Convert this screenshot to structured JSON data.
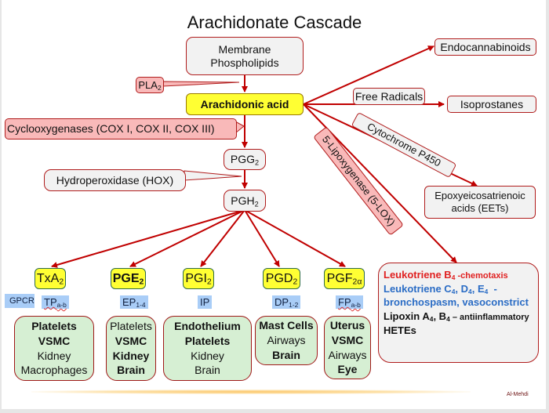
{
  "title": "Arachidonate Cascade",
  "nodes": {
    "membrane": "Membrane Phospholipids",
    "membrane_l1": "Membrane",
    "membrane_l2": "Phospholipids",
    "arachidonic_acid": "Arachidonic acid",
    "pgg2_base": "PGG",
    "pgg2_sub": "2",
    "pgh2_base": "PGH",
    "pgh2_sub": "2",
    "endocannabinoids": "Endocannabinoids",
    "isoprostanes": "Isoprostanes",
    "eets_l1": "Epoxyeicosatrienoic",
    "eets_l2": "acids (EETs)"
  },
  "enzymes": {
    "pla2_base": "PLA",
    "pla2_sub": "2",
    "cox": "Cyclooxygenases (COX I, COX II, COX III)",
    "hox": "Hydroperoxidase (HOX)",
    "free_radicals": "Free Radicals",
    "cyp450": "Cytochrome P450",
    "lox": "5-Lipoxygenase (5-LOX)"
  },
  "receptor_label": "GPCR",
  "prostanoids": [
    {
      "name_base": "TxA",
      "name_sub": "2",
      "receptor_base": "TP",
      "receptor_sub": "a-b",
      "tissues": [
        "Platelets",
        "VSMC",
        "Kidney",
        "Macrophages"
      ]
    },
    {
      "name_base": "PGE",
      "name_sub": "2",
      "receptor_base": "EP",
      "receptor_sub": "1-4",
      "tissues": [
        "Platelets",
        "VSMC",
        "Kidney",
        "Brain"
      ]
    },
    {
      "name_base": "PGI",
      "name_sub": "2",
      "receptor_base": "IP",
      "receptor_sub": "",
      "tissues": [
        "Endothelium",
        "Platelets",
        "Kidney",
        "Brain"
      ]
    },
    {
      "name_base": "PGD",
      "name_sub": "2",
      "receptor_base": "DP",
      "receptor_sub": "1-2",
      "tissues": [
        "Mast Cells",
        "Airways",
        "Brain"
      ]
    },
    {
      "name_base": "PGF",
      "name_sub": "2α",
      "receptor_base": "FP",
      "receptor_sub": "a-b",
      "tissues": [
        "Uterus",
        "VSMC",
        "Airways",
        "Eye"
      ]
    }
  ],
  "leukotrienes": {
    "ltb4_name": "Leukotriene B",
    "ltb4_sub": "4",
    "ltb4_effect": " -chemotaxis",
    "ltc_name": "Leukotriene C",
    "ltc_sub1": "4",
    "ltc_d": ", D",
    "ltc_sub2": "4",
    "ltc_e": ", E",
    "ltc_sub3": "4",
    "ltc_dash": "  -",
    "ltc_effect": "bronchospasm, vasoconstrict",
    "lipoxin_a": "Lipoxin A",
    "lipoxin_sub1": "4",
    "lipoxin_b": ", B",
    "lipoxin_sub2": "4",
    "lipoxin_effect": " – antiinflammatory",
    "hetes": "HETEs"
  },
  "colors": {
    "arrow": "#c00000",
    "yellow_node": "#ffff33",
    "enzyme_pink": "#f9b9b9",
    "tissue_green": "#d6efd3",
    "receptor_blue": "#a9cdf7",
    "ltb4_red": "#e02020",
    "ltc_blue": "#2a6cc5"
  },
  "author": "Al-Mehdi"
}
